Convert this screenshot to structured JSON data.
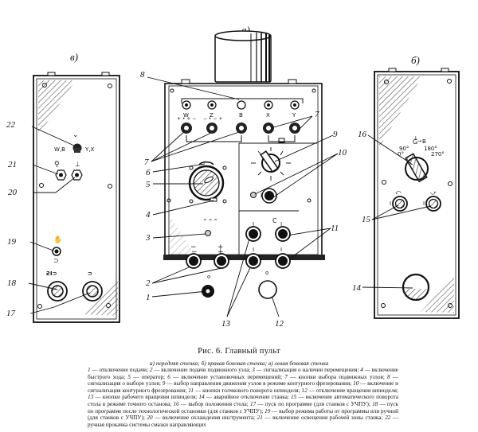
{
  "figure": {
    "title": "Рис. 6. Главный пульт",
    "subtitle": "а) передняя стенка; б) правая боковая стенка; в) левая боковая стенка",
    "views": {
      "front": "а)",
      "right": "б)",
      "left": "в)"
    },
    "legend": [
      {
        "n": "1",
        "text": "отключение подачи"
      },
      {
        "n": "2",
        "text": "включение подачи подвижного узла"
      },
      {
        "n": "3",
        "text": "сигнализация о наличии перемещения"
      },
      {
        "n": "4",
        "text": "включение быстрого хода"
      },
      {
        "n": "5",
        "text": "оператор"
      },
      {
        "n": "6",
        "text": "включение установочных перемещений"
      },
      {
        "n": "7",
        "text": "кнопки выбора подвижных узлов"
      },
      {
        "n": "8",
        "text": "сигнализация о выборе узлов"
      },
      {
        "n": "9",
        "text": "выбор направления движения узлов в режиме контурного фрезерования"
      },
      {
        "n": "10",
        "text": "включение и сигнализация контурного фрезерования"
      },
      {
        "n": "11",
        "text": "кнопки толчкового поворота шпинделя"
      },
      {
        "n": "12",
        "text": "отключение вращения шпинделя"
      },
      {
        "n": "13",
        "text": "кнопки рабочего вращения шпинделя"
      },
      {
        "n": "14",
        "text": "аварийное отключение станка"
      },
      {
        "n": "15",
        "text": "включение автоматического поворота стола в режиме точного останова"
      },
      {
        "n": "16",
        "text": "выбор положения стола"
      },
      {
        "n": "17",
        "text": "пуск по программе (для станков с УЧПУ)"
      },
      {
        "n": "18",
        "text": "пуск по программе после технологической остановки (для станков с УЧПУ)"
      },
      {
        "n": "19",
        "text": "выбор режима работы от программы или ручной (для станков с УЧПУ)"
      },
      {
        "n": "20",
        "text": "включение охлаждения инструмента"
      },
      {
        "n": "21",
        "text": "включение освещения рабочей зоны станка"
      },
      {
        "n": "22",
        "text": "ручная прокачка системы смазки направляющих"
      }
    ]
  },
  "front_panel": {
    "axis_labels": [
      "W",
      "Z",
      "B",
      "X",
      "Y"
    ],
    "signs": {
      "minus": "−",
      "plus": "+",
      "mark_c": "C"
    },
    "callouts": [
      "1",
      "2",
      "3",
      "4",
      "5",
      "6",
      "7",
      "8",
      "9",
      "10",
      "11",
      "12",
      "13"
    ]
  },
  "right_panel": {
    "angles": [
      "0°",
      "90°",
      "180°",
      "270°"
    ],
    "b_label": "B",
    "callouts": [
      "14",
      "15",
      "16"
    ]
  },
  "left_panel": {
    "toggle_left": "W,B",
    "toggle_right": "Y,X",
    "callouts": [
      "17",
      "18",
      "19",
      "20",
      "21",
      "22"
    ]
  }
}
